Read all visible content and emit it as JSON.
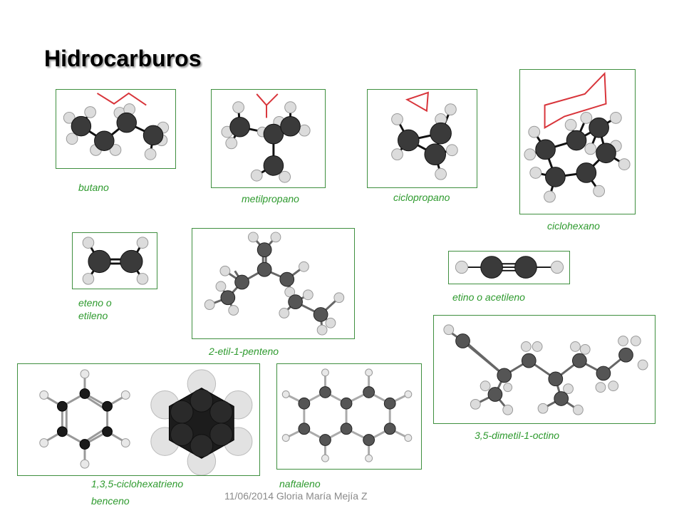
{
  "slide": {
    "title": "Hidrocarburos",
    "footer": "11/06/2014  Gloria María Mejía Z"
  },
  "molecules": {
    "butano": "butano",
    "metilpropano": "metilpropano",
    "ciclopropano": "ciclopropano",
    "ciclohexano": "ciclohexano",
    "eteno_line1": "eteno o",
    "eteno_line2": "etileno",
    "pentene": "2-etil-1-penteno",
    "etino": "etino o acetileno",
    "octino": "3,5-dimetil-1-octino",
    "benceno_line1": "1,3,5-ciclohexatrieno",
    "benceno_line2": "benceno",
    "naftaleno": "naftaleno"
  },
  "colors": {
    "label": "#2e9a2e",
    "border": "#3f8f3f",
    "skeletal": "#d8343a"
  }
}
